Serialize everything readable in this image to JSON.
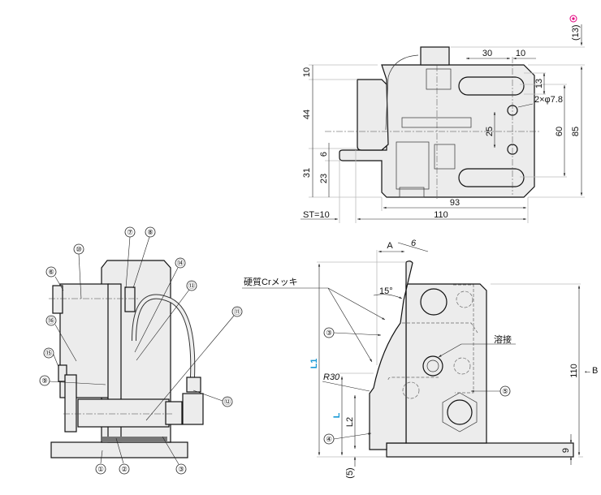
{
  "top_view": {
    "dims": {
      "d13_paren": "(13)",
      "d30": "30",
      "d10_top": "10",
      "d10_left": "10",
      "d13": "13",
      "holes": "2×φ7.8",
      "d44": "44",
      "d25": "25",
      "d60": "60",
      "d85": "85",
      "d6": "6",
      "d31": "31",
      "d23": "23",
      "d93": "93",
      "d110": "110",
      "stroke": "ST=10"
    },
    "mark_color": "#e4007f"
  },
  "left_view": {
    "callouts": [
      "①",
      "②",
      "③",
      "⑥",
      "⑦",
      "⑧",
      "⑨",
      "⑩",
      "⑪",
      "⑫",
      "⑬",
      "⑭",
      "⑮",
      "⑯"
    ]
  },
  "side_view": {
    "dim_A": "A",
    "dim_6": "6",
    "coating": "硬質Crメッキ",
    "angle": "15°",
    "weld": "溶接",
    "L1": "L1",
    "R30": "R30",
    "L": "L",
    "L2": "L2",
    "d110": "110",
    "view_B": "←B",
    "d9": "9",
    "d5": "(5)",
    "callouts": [
      "③",
      "④",
      "⑤"
    ]
  }
}
